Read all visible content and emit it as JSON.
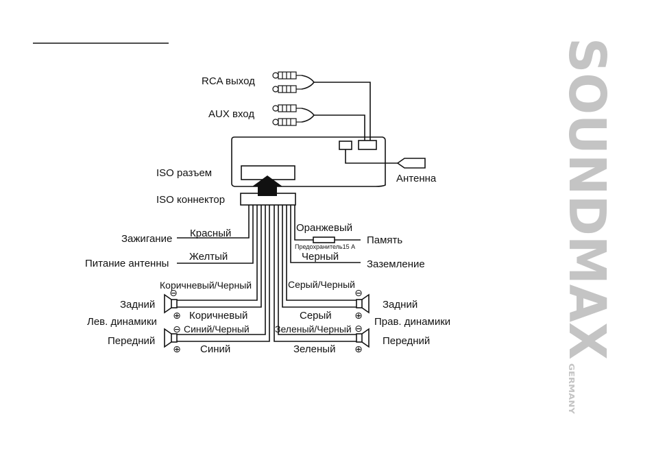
{
  "brand": {
    "name": "SOUNDMAX",
    "sub": "GERMANY"
  },
  "labels": {
    "rca_out": "RCA выход",
    "aux_in": "AUX вход",
    "antenna": "Антенна",
    "iso_socket": "ISO разъем",
    "iso_connector": "ISO коннектор",
    "ignition": "Зажигание",
    "red": "Красный",
    "antenna_power": "Питание антенны",
    "yellow": "Желтый",
    "orange": "Оранжевый",
    "fuse": "Предохранитель15 А",
    "memory": "Память",
    "black": "Черный",
    "ground": "Заземление",
    "brown_black": "Коричневый/Черный",
    "gray_black": "Серый/Черный",
    "left_rear": "Задний",
    "left_speakers": "Лев. динамики",
    "left_front": "Передний",
    "brown": "Коричневый",
    "blue_black": "Синий/Черный",
    "blue": "Синий",
    "gray": "Серый",
    "green_black": "Зеленый/Черный",
    "green": "Зеленый",
    "right_rear": "Задний",
    "right_speakers": "Прав. динамики",
    "right_front": "Передний",
    "minus": "⊖",
    "plus": "⊕"
  }
}
